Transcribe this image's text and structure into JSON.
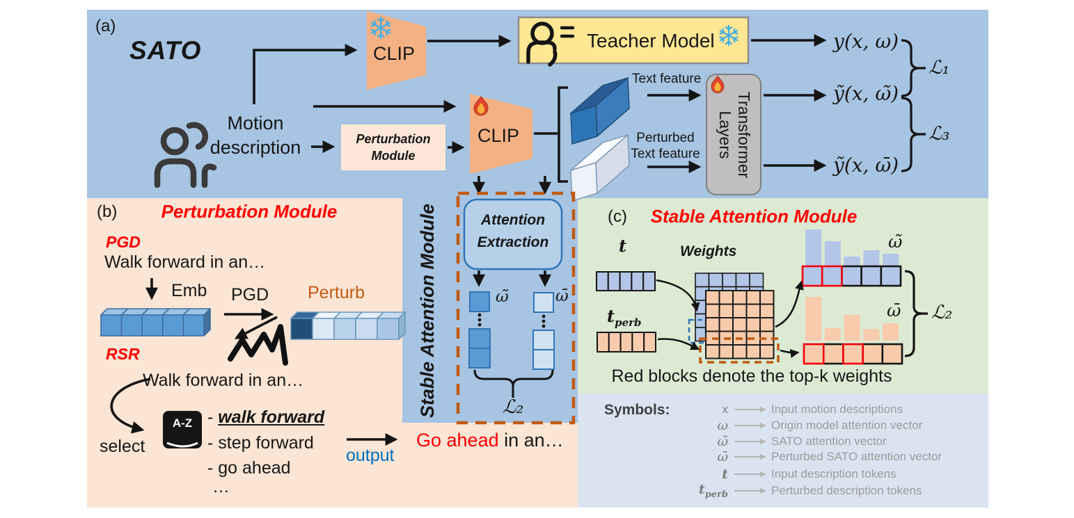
{
  "a": {
    "label": "(a)",
    "title": "SATO",
    "clip1": "CLIP",
    "clip2": "CLIP",
    "teacher": "Teacher Model",
    "motion1": "Motion",
    "motion2": "description",
    "pbox1": "Perturbation",
    "pbox2": "Module",
    "feat1": "Text feature",
    "pfeat1": "Perturbed",
    "pfeat2": "Text feature",
    "trf1": "Transformer",
    "trf2": "Layers",
    "out1": "y(x, ω)",
    "out2": "ỹ(x, ω̃)",
    "out3": "ỹ(x, ω̄)",
    "l1": "ℒ₁",
    "l3": "ℒ₃"
  },
  "b": {
    "label": "(b)",
    "title": "Perturbation Module",
    "pgd": "PGD",
    "sent1": "Walk forward in an…",
    "emb": "Emb",
    "pgd2": "PGD",
    "perturb": "Perturb",
    "rsr": "RSR",
    "sent2": "Walk forward in an…",
    "select": "select",
    "book": "A-Z",
    "item1_dash": "-",
    "item1_word": "walk forward",
    "item2": "- step forward",
    "item3": "- go ahead",
    "dots": "…",
    "output": "output",
    "result_red": "Go ahead",
    "result_rest": " in an…"
  },
  "mid": {
    "vertical_title": "Stable Attention Module",
    "attn1": "Attention",
    "attn2": "Extraction",
    "omega_tilde": "ω̃",
    "omega_bar": "ω̄",
    "l2": "ℒ₂"
  },
  "c": {
    "label": "(c)",
    "title": "Stable Attention Module",
    "t": "t",
    "weights": "Weights",
    "tperb_base": "t",
    "tperb_sub": "perb",
    "omega_tilde": "ω̃",
    "omega_bar": "ω̄",
    "l2": "ℒ₂",
    "caption": "Red blocks denote the top-k weights",
    "bars_blue": [
      52,
      35,
      13,
      22,
      17
    ],
    "bars_orange": [
      63,
      18,
      37,
      17,
      25
    ],
    "topk_blue": [
      0,
      1
    ],
    "topk_orange": [
      0,
      2
    ],
    "tokens_per_row": 5
  },
  "sym": {
    "title": "Symbols:",
    "items": [
      {
        "symbol": "x",
        "label": "Input motion descriptions"
      },
      {
        "symbol": "ω",
        "label": "Origin model attention vector"
      },
      {
        "symbol": "ω̃",
        "label": "SATO attention vector"
      },
      {
        "symbol": "ω̄",
        "label": "Perturbed SATO attention vector"
      },
      {
        "symbol": "t",
        "label": "Input description tokens"
      },
      {
        "symbol": "t",
        "sub": "perb",
        "label": "Perturbed description tokens"
      }
    ]
  },
  "colors": {
    "panel_blue": "#a7c4e2",
    "panel_peach": "#fbe5d4",
    "panel_green": "#dcead3",
    "panel_legend": "#d9e4f0",
    "clip": "#f4b183",
    "teacher_fill": "#ffe794",
    "transformer_fill": "#bfbfbf",
    "pert_box": "#fce7d8",
    "attention_fill": "#b6d0ea",
    "token_blue": "#5b9bd5",
    "token_light": "#d0e1f2",
    "c_blue": "#b3c6e7",
    "c_orange": "#f7cbac",
    "accent_dash": "#c05a11",
    "red": "#fe0000",
    "output_blue": "#0070c0",
    "perturb_label": "#c55a11"
  }
}
